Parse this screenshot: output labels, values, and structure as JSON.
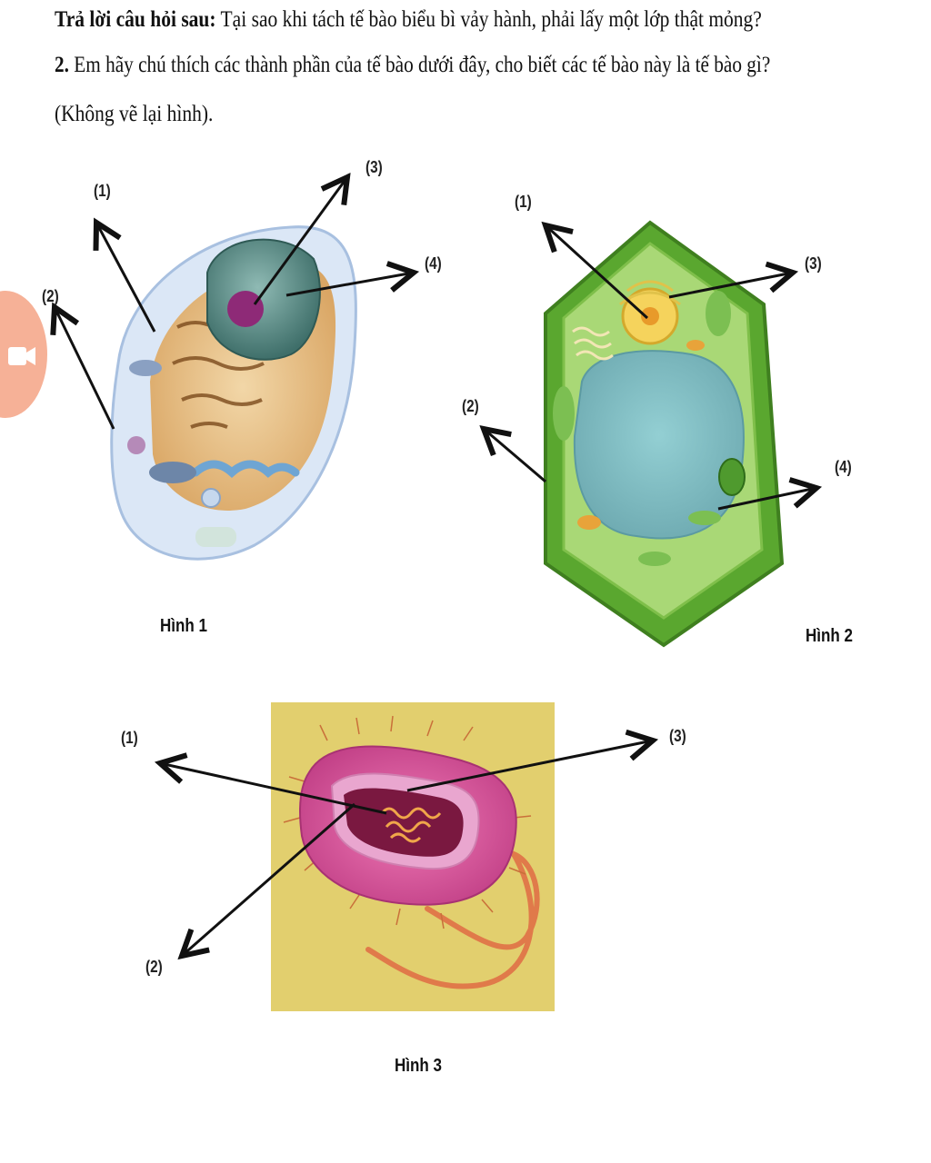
{
  "question": {
    "line1_bold": "Trả lời câu hỏi sau:",
    "line1_text": " Tại sao khi tách tế bào biểu bì vảy hành, phải lấy một lớp thật mỏng?",
    "line2_bold": "2.",
    "line2_text": " Em hãy chú thích các thành phần của tế bào dưới đây, cho biết các tế bào này là tế bào gì?",
    "line3_text": "(Không vẽ lại hình)."
  },
  "figure1": {
    "caption": "Hình 1",
    "labels": [
      "(1)",
      "(2)",
      "(3)",
      "(4)"
    ]
  },
  "figure2": {
    "caption": "Hình 2",
    "labels": [
      "(1)",
      "(2)",
      "(3)",
      "(4)"
    ]
  },
  "figure3": {
    "caption": "Hình 3",
    "labels": [
      "(1)",
      "(2)",
      "(3)"
    ]
  },
  "colors": {
    "arrow": "#111111",
    "animal_cytoplasm": "#f1c27a",
    "animal_membrane": "#bcd3ec",
    "nucleus": "#5f8f8a",
    "nucleolus": "#8e2a77",
    "plant_wall": "#6db33f",
    "plant_vacuole": "#7fbcc2",
    "bacteria_bg": "#e2cf6e",
    "bacteria_body": "#d8579a"
  },
  "overlay": {
    "icon": "record-button-icon"
  }
}
